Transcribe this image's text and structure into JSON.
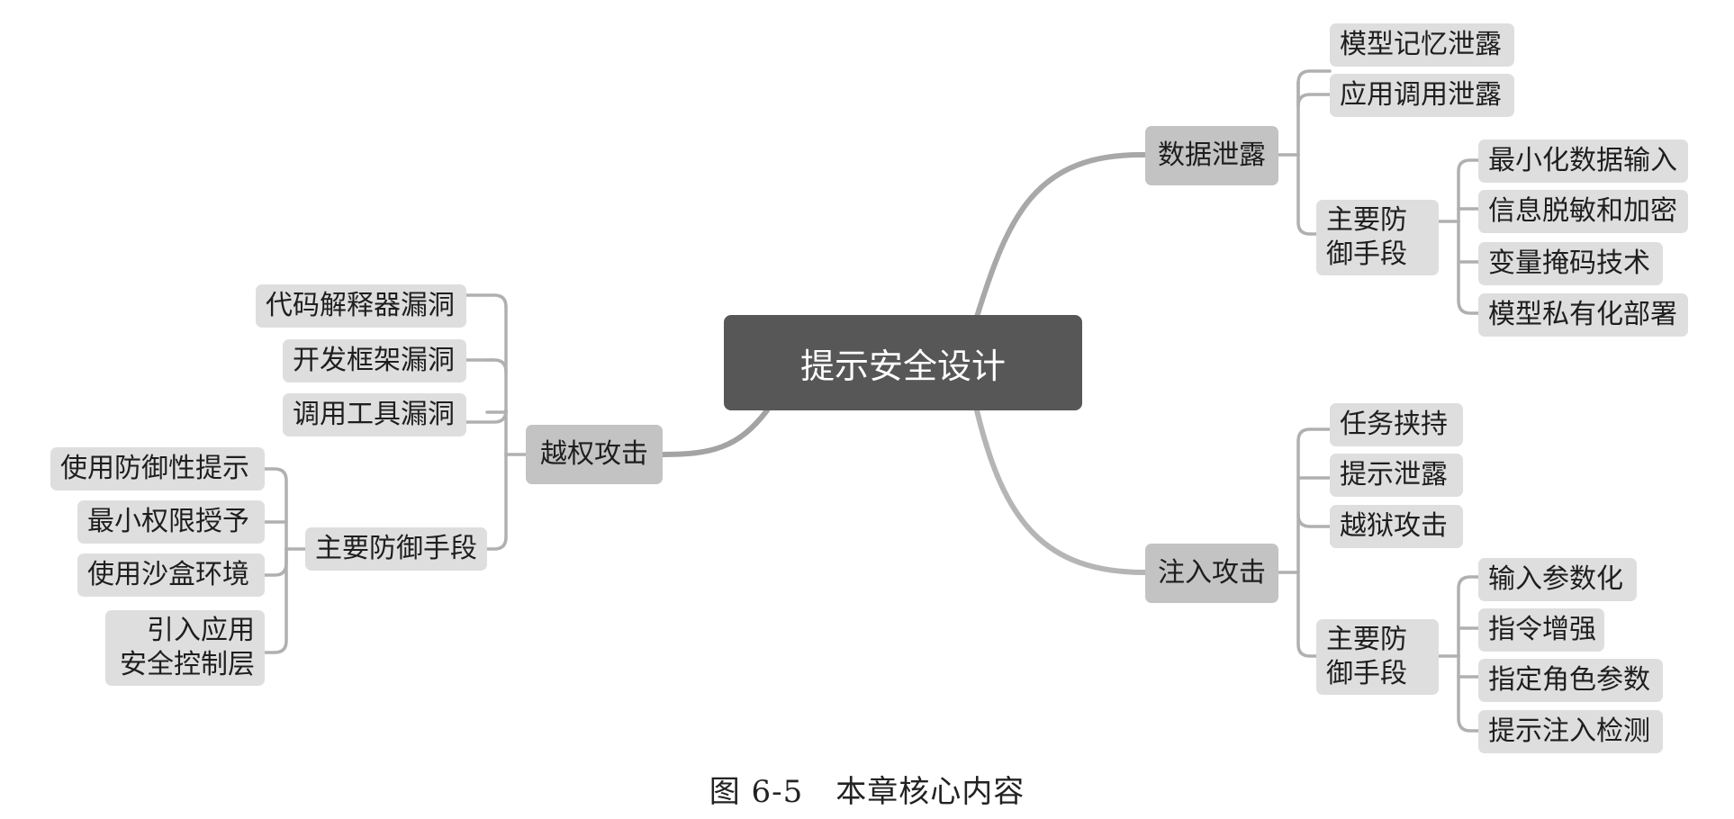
{
  "root": "提示安全设计",
  "branches": {
    "data_leak": {
      "label": "数据泄露",
      "items": [
        "模型记忆泄露",
        "应用调用泄露"
      ],
      "defense": {
        "label": "主要防御手段",
        "items": [
          "最小化数据输入",
          "信息脱敏和加密",
          "变量掩码技术",
          "模型私有化部署"
        ]
      }
    },
    "injection": {
      "label": "注入攻击",
      "items": [
        "任务挟持",
        "提示泄露",
        "越狱攻击"
      ],
      "defense": {
        "label": "主要防御手段",
        "items": [
          "输入参数化",
          "指令增强",
          "指定角色参数",
          "提示注入检测"
        ]
      }
    },
    "privilege": {
      "label": "越权攻击",
      "items": [
        "代码解释器漏洞",
        "开发框架漏洞",
        "调用工具漏洞"
      ],
      "defense": {
        "label": "主要防御手段",
        "items": [
          "使用防御性提示",
          "最小权限授予",
          "使用沙盒环境",
          "引入应用\n安全控制层"
        ]
      }
    }
  },
  "caption": {
    "number": "图 6-5",
    "title": "本章核心内容"
  }
}
